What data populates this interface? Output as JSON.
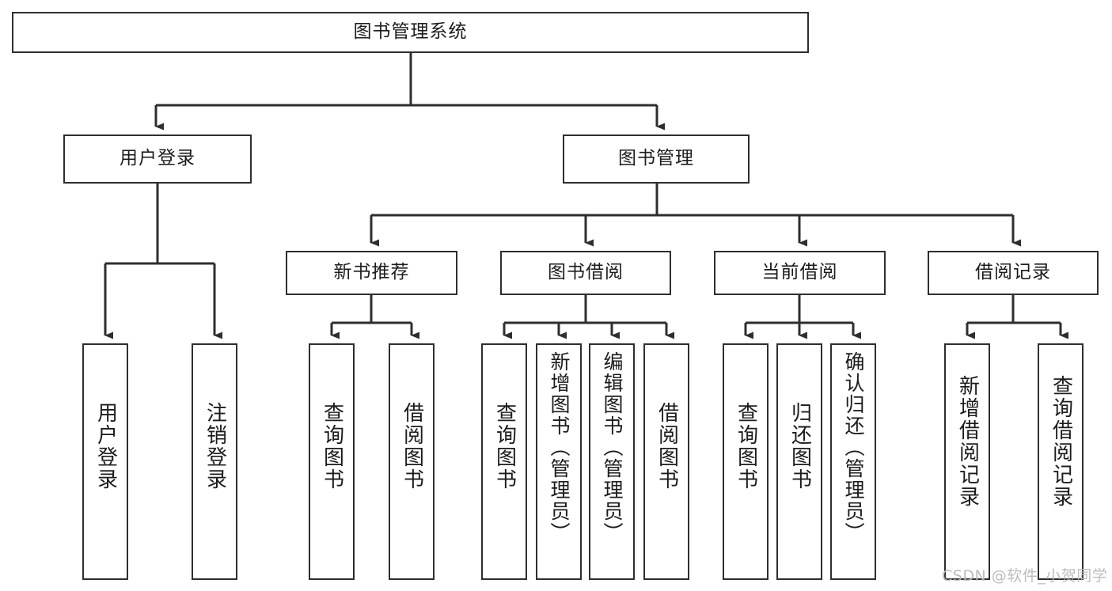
{
  "diagram": {
    "title": "图书管理系统",
    "type": "hierarchy-tree",
    "root": {
      "id": "root",
      "label": "图书管理系统"
    },
    "level2": [
      {
        "id": "user-login",
        "label": "用户登录"
      },
      {
        "id": "book-manage",
        "label": "图书管理"
      }
    ],
    "level3": [
      {
        "id": "new-book-rec",
        "label": "新书推荐",
        "parent": "book-manage"
      },
      {
        "id": "book-borrow",
        "label": "图书借阅",
        "parent": "book-manage"
      },
      {
        "id": "current-borrow",
        "label": "当前借阅",
        "parent": "book-manage"
      },
      {
        "id": "borrow-record",
        "label": "借阅记录",
        "parent": "book-manage"
      }
    ],
    "leaves": [
      {
        "id": "leaf-user-login",
        "label": "用户登录",
        "parent": "user-login"
      },
      {
        "id": "leaf-logout-login",
        "label": "注销登录",
        "parent": "user-login"
      },
      {
        "id": "leaf-query-book-1",
        "label": "查询图书",
        "parent": "new-book-rec"
      },
      {
        "id": "leaf-borrow-book-1",
        "label": "借阅图书",
        "parent": "new-book-rec"
      },
      {
        "id": "leaf-query-book-2",
        "label": "查询图书",
        "parent": "book-borrow"
      },
      {
        "id": "leaf-add-book",
        "label": "新增图书（管理员）",
        "parent": "book-borrow"
      },
      {
        "id": "leaf-edit-book",
        "label": "编辑图书（管理员）",
        "parent": "book-borrow"
      },
      {
        "id": "leaf-borrow-book-2",
        "label": "借阅图书",
        "parent": "book-borrow"
      },
      {
        "id": "leaf-query-book-3",
        "label": "查询图书",
        "parent": "current-borrow"
      },
      {
        "id": "leaf-return-book",
        "label": "归还图书",
        "parent": "current-borrow"
      },
      {
        "id": "leaf-confirm-return",
        "label": "确认归还（管理员）",
        "parent": "current-borrow"
      },
      {
        "id": "leaf-add-record",
        "label": "新增借阅记录",
        "parent": "borrow-record"
      },
      {
        "id": "leaf-query-record",
        "label": "查询借阅记录",
        "parent": "borrow-record"
      }
    ],
    "colors": {
      "stroke": "#2e2e2e",
      "background": "#ffffff",
      "text": "#1c1c1c",
      "watermark": "#b9b9b9"
    }
  },
  "watermark": {
    "text": "CSDN @软件_小贺同学"
  }
}
